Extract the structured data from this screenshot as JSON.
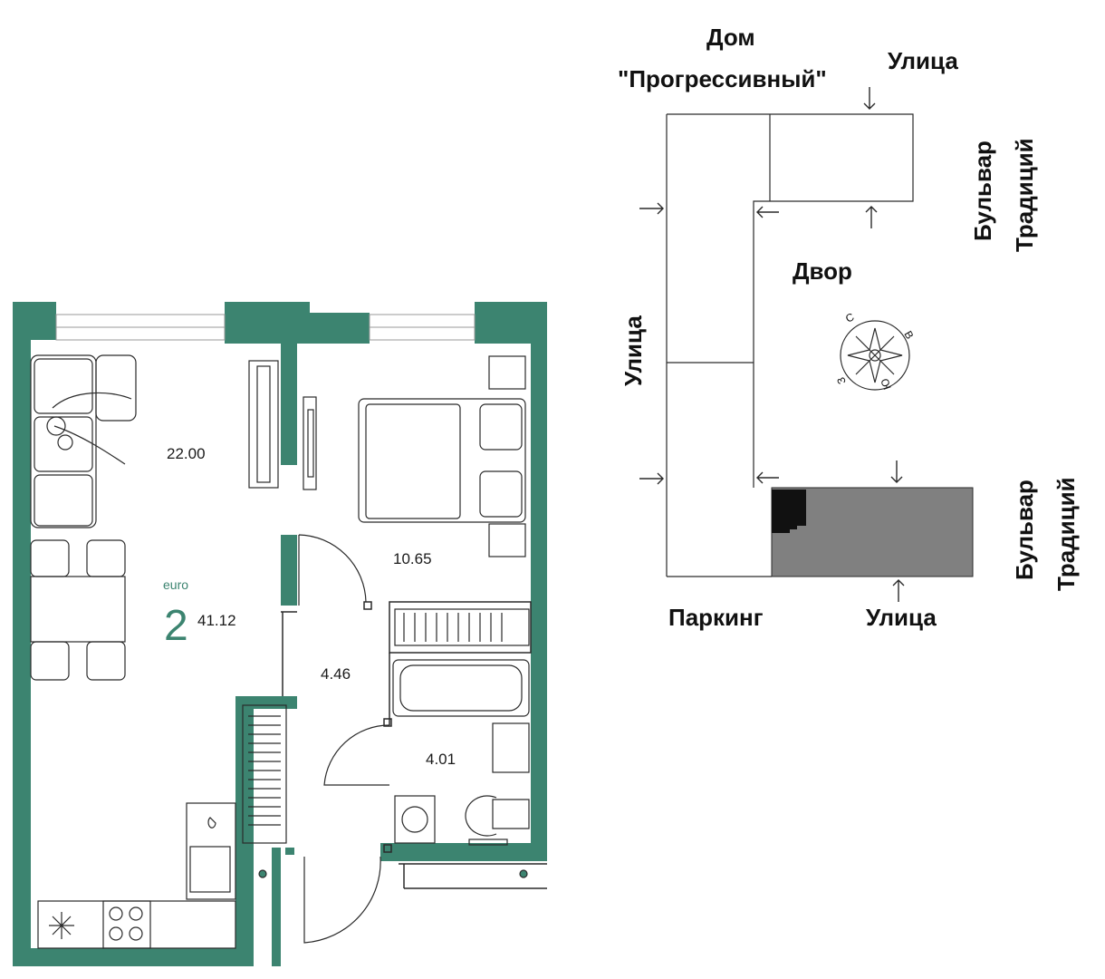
{
  "colors": {
    "wall": "#3c8470",
    "accent": "#3c8470",
    "line": "#2a2a2a",
    "highlight": "#808080",
    "highlight_corner": "#111111"
  },
  "plan": {
    "rooms": [
      {
        "name": "living-room",
        "area": "22.00"
      },
      {
        "name": "bedroom",
        "area": "10.65"
      },
      {
        "name": "hallway",
        "area": "4.46"
      },
      {
        "name": "bathroom",
        "area": "4.01"
      }
    ],
    "summary": {
      "type_label": "euro",
      "rooms_count": "2",
      "total_area": "41.12"
    }
  },
  "site_map": {
    "house_name_line1": "Дом",
    "house_name_line2": "\"Прогрессивный\"",
    "street_top": "Улица",
    "street_left": "Улица",
    "street_bottom": "Улица",
    "boulevard_top_line1": "Бульвар",
    "boulevard_top_line2": "Традиций",
    "boulevard_bottom_line1": "Бульвар",
    "boulevard_bottom_line2": "Традиций",
    "courtyard": "Двор",
    "parking": "Паркинг",
    "compass": {
      "north": "С",
      "east": "В",
      "south": "Ю",
      "west": "З"
    }
  },
  "icons": [
    "freezer-icon",
    "compass-rose-icon",
    "entrance-arrow-icon"
  ]
}
